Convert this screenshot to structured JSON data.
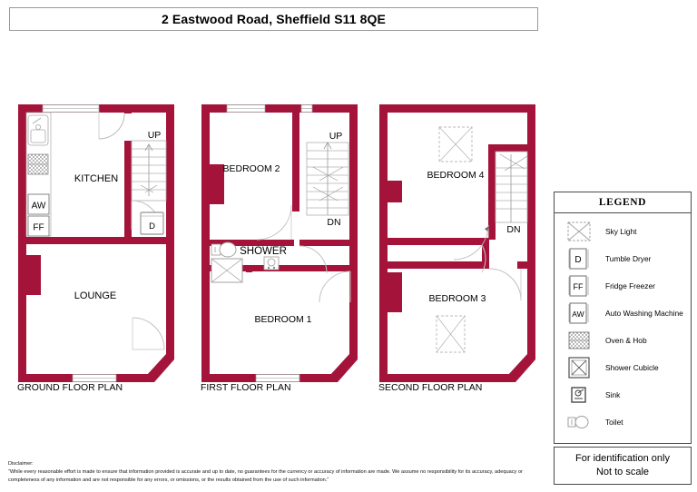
{
  "header": {
    "title": "2 Eastwood Road, Sheffield S11 8QE"
  },
  "floors": [
    {
      "id": "ground",
      "label": "GROUND FLOOR PLAN",
      "rooms": [
        {
          "name": "KITCHEN"
        },
        {
          "name": "LOUNGE"
        }
      ],
      "markers": [
        {
          "name": "UP"
        },
        {
          "name": "D"
        },
        {
          "name": "AW"
        },
        {
          "name": "FF"
        }
      ]
    },
    {
      "id": "first",
      "label": "FIRST FLOOR PLAN",
      "rooms": [
        {
          "name": "BEDROOM 2"
        },
        {
          "name": "SHOWER"
        },
        {
          "name": "BEDROOM 1"
        }
      ],
      "markers": [
        {
          "name": "UP"
        },
        {
          "name": "DN"
        }
      ]
    },
    {
      "id": "second",
      "label": "SECOND FLOOR PLAN",
      "rooms": [
        {
          "name": "BEDROOM 4"
        },
        {
          "name": "BEDROOM 3"
        }
      ],
      "markers": [
        {
          "name": "DN"
        }
      ]
    }
  ],
  "legend": {
    "heading": "LEGEND",
    "items": [
      {
        "symbol": "sky-light",
        "label": "Sky Light"
      },
      {
        "symbol": "tumble-dryer",
        "label": "Tumble Dryer",
        "code": "D"
      },
      {
        "symbol": "fridge-freezer",
        "label": "Fridge Freezer",
        "code": "FF"
      },
      {
        "symbol": "auto-washing-machine",
        "label": "Auto Washing Machine",
        "code": "AW"
      },
      {
        "symbol": "oven-hob",
        "label": "Oven & Hob"
      },
      {
        "symbol": "shower-cubicle",
        "label": "Shower Cubicle"
      },
      {
        "symbol": "sink",
        "label": "Sink"
      },
      {
        "symbol": "toilet",
        "label": "Toilet"
      }
    ]
  },
  "identification": {
    "line1": "For identification only",
    "line2": "Not to scale"
  },
  "disclaimer": {
    "heading": "Disclaimer:",
    "body": "“While every reasonable effort is made to ensure that information provided is accurate and up to date, no guarantees for the currency or accuracy of information are made. We assume no responsibility for its accuracy, adequacy or completeness of any information and are not responsible for any errors, or omissions, or the results obtained from the use of such information.”"
  },
  "colors": {
    "wall": "#A4143A",
    "wall_dark": "#8E0F31",
    "outline": "#4a4a4a",
    "background": "#ffffff"
  }
}
